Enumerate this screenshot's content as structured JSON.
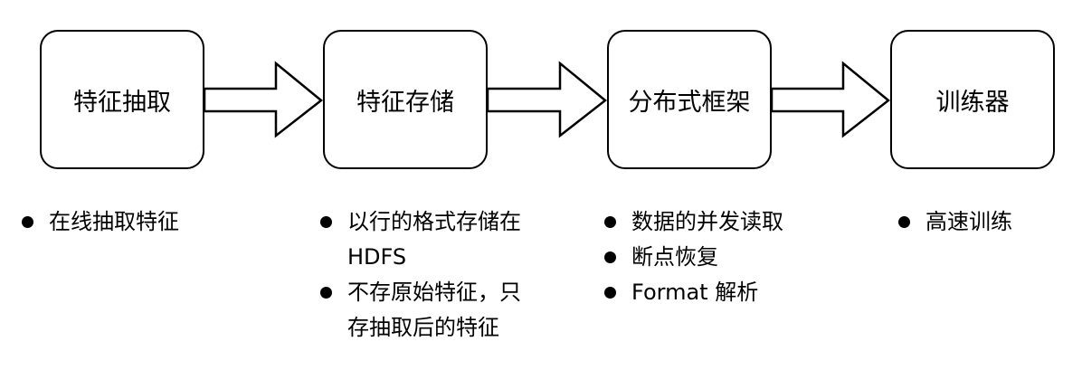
{
  "stages": [
    {
      "label": "特征抽取",
      "bullets": [
        "在线抽取特征"
      ]
    },
    {
      "label": "特征存储",
      "bullets": [
        "以行的格式存储在 HDFS",
        "不存原始特征，只存抽取后的特征"
      ]
    },
    {
      "label": "分布式框架",
      "bullets": [
        "数据的并发读取",
        "断点恢复",
        "Format 解析"
      ]
    },
    {
      "label": "训练器",
      "bullets": [
        "高速训练"
      ]
    }
  ]
}
